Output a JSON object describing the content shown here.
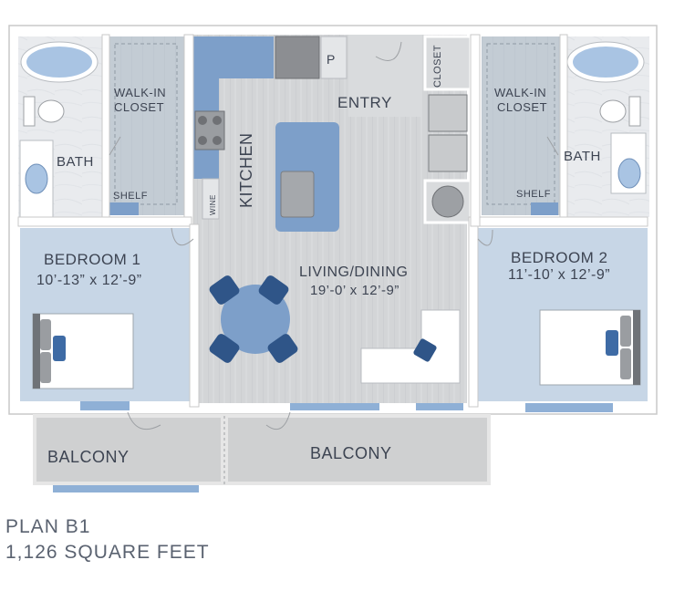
{
  "plan": {
    "name": "PLAN B1",
    "area": "1,126 SQUARE FEET"
  },
  "rooms": {
    "kitchen": "KITCHEN",
    "pantry": "P",
    "entry": "ENTRY",
    "closet": "CLOSET",
    "wine": "WINE",
    "walkin_left_1": "WALK-IN",
    "walkin_left_2": "CLOSET",
    "walkin_right_1": "WALK-IN",
    "walkin_right_2": "CLOSET",
    "shelf_left": "SHELF",
    "shelf_right": "SHELF",
    "bath_left": "BATH",
    "bath_right": "BATH",
    "bedroom1_name": "BEDROOM 1",
    "bedroom1_dims": "10’-13” x 12’-9”",
    "bedroom2_name": "BEDROOM 2",
    "bedroom2_dims": "11’-10’ x 12’-9”",
    "living_name": "LIVING/DINING",
    "living_dims": "19’-0’ x 12’-9”",
    "balcony_left": "BALCONY",
    "balcony_right": "BALCONY"
  },
  "colors": {
    "bedroom_floor": "#c7d6e6",
    "living_floor": "#d4d6d8",
    "wall": "#ffffff",
    "accent_blue": "#3e6ba5",
    "balcony_floor": "#cfd0d1"
  }
}
